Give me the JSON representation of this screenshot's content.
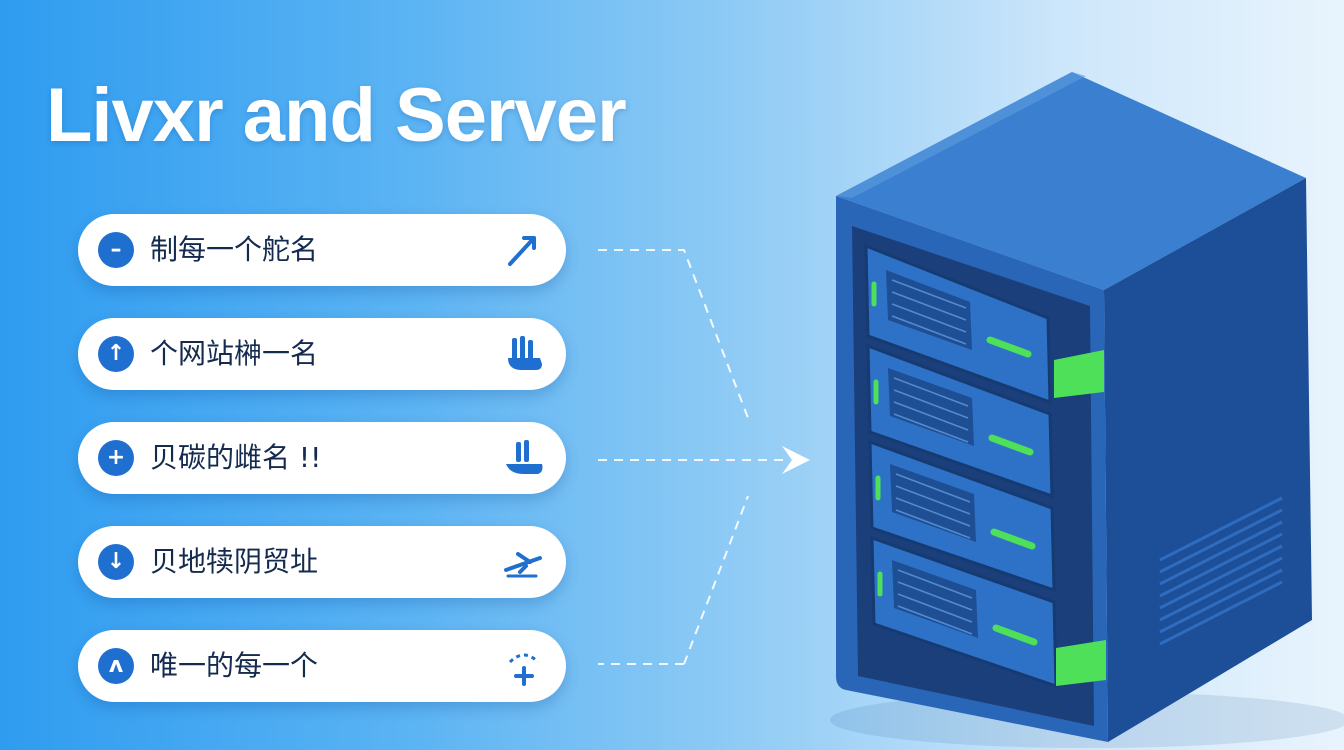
{
  "title": "Livxr and Server",
  "items": [
    {
      "label": "制每一个舵名",
      "lead_icon": "minus-circle-icon",
      "lead_glyph": "–",
      "trail_icon": "arrow-up-right-icon"
    },
    {
      "label": "个网站榊一名",
      "lead_icon": "arrow-up-circle-icon",
      "lead_glyph": "↑",
      "trail_icon": "hand-pointer-icon"
    },
    {
      "label": "贝碳的雌名 !!",
      "lead_icon": "plus-circle-icon",
      "lead_glyph": "+",
      "trail_icon": "hand-pointer-icon"
    },
    {
      "label": "贝地犊阴贸址",
      "lead_icon": "arrow-down-circle-icon",
      "lead_glyph": "↓",
      "trail_icon": "airplane-icon"
    },
    {
      "label": "唯一的每一个",
      "lead_icon": "chevron-circle-icon",
      "lead_glyph": "ʌ",
      "trail_icon": "sparkle-plus-icon"
    }
  ],
  "colors": {
    "accent": "#1f6fd1",
    "server_front": "#2a66b8",
    "server_side": "#1c4f98",
    "server_top": "#3a7fd0",
    "led_green": "#4fe05a"
  }
}
